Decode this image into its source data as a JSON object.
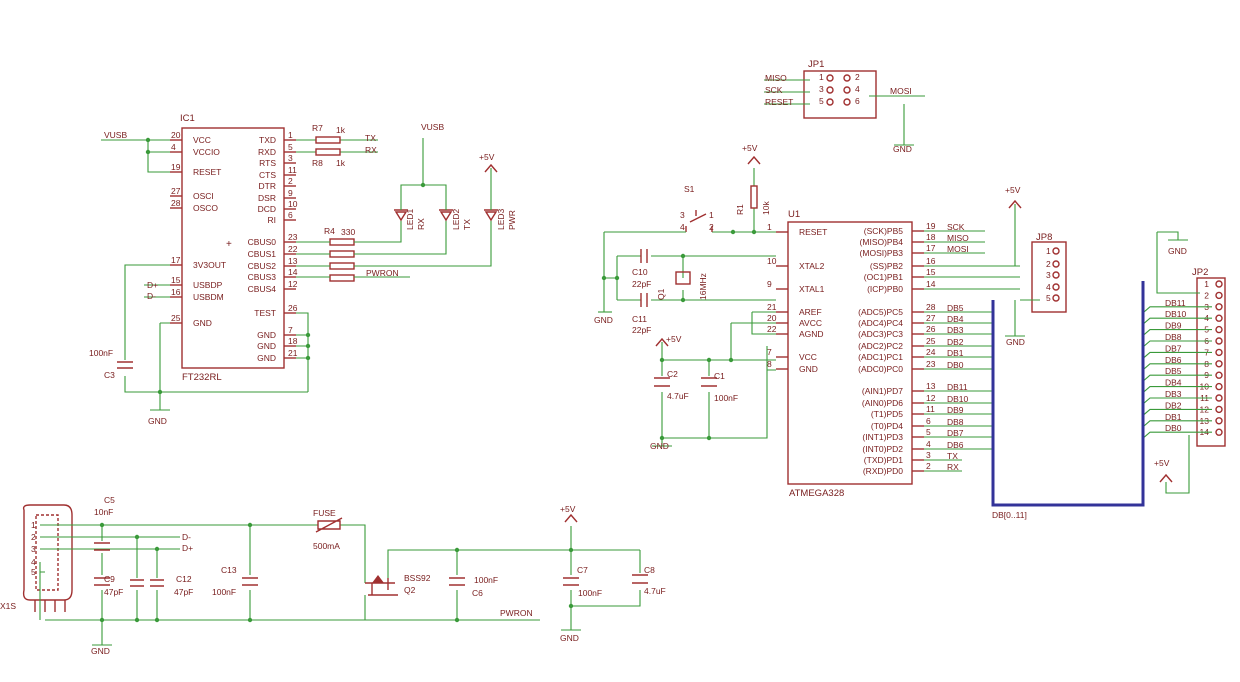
{
  "ic1": {
    "name": "IC1",
    "value": "FT232RL",
    "left_pins": [
      [
        "20",
        "VCC"
      ],
      [
        "4",
        "VCCIO"
      ],
      [
        "19",
        "RESET"
      ],
      [
        "27",
        "OSCI"
      ],
      [
        "28",
        "OSCO"
      ],
      [
        "17",
        "3V3OUT"
      ],
      [
        "15",
        "USBDP"
      ],
      [
        "16",
        "USBDM"
      ],
      [
        "25",
        "GND"
      ]
    ],
    "right_pins": [
      [
        "1",
        "TXD"
      ],
      [
        "5",
        "RXD"
      ],
      [
        "3",
        "RTS"
      ],
      [
        "11",
        "CTS"
      ],
      [
        "2",
        "DTR"
      ],
      [
        "9",
        "DSR"
      ],
      [
        "10",
        "DCD"
      ],
      [
        "6",
        "RI"
      ],
      [
        "23",
        "CBUS0"
      ],
      [
        "22",
        "CBUS1"
      ],
      [
        "13",
        "CBUS2"
      ],
      [
        "14",
        "CBUS3"
      ],
      [
        "12",
        "CBUS4"
      ],
      [
        "26",
        "TEST"
      ],
      [
        "7",
        "GND"
      ],
      [
        "18",
        "GND"
      ],
      [
        "21",
        "GND"
      ]
    ]
  },
  "u1": {
    "name": "U1",
    "value": "ATMEGA328",
    "left_pins": [
      [
        "1",
        "RESET"
      ],
      [
        "10",
        "XTAL2"
      ],
      [
        "9",
        "XTAL1"
      ],
      [
        "21",
        "AREF"
      ],
      [
        "20",
        "AVCC"
      ],
      [
        "22",
        "AGND"
      ],
      [
        "7",
        "VCC"
      ],
      [
        "8",
        "GND"
      ]
    ],
    "right_pins": [
      [
        "19",
        "(SCK)PB5"
      ],
      [
        "18",
        "(MISO)PB4"
      ],
      [
        "17",
        "(MOSI)PB3"
      ],
      [
        "16",
        "(SS)PB2"
      ],
      [
        "15",
        "(OC1)PB1"
      ],
      [
        "14",
        "(ICP)PB0"
      ],
      [
        "28",
        "(ADC5)PC5"
      ],
      [
        "27",
        "(ADC4)PC4"
      ],
      [
        "26",
        "(ADC3)PC3"
      ],
      [
        "25",
        "(ADC2)PC2"
      ],
      [
        "24",
        "(ADC1)PC1"
      ],
      [
        "23",
        "(ADC0)PC0"
      ],
      [
        "13",
        "(AIN1)PD7"
      ],
      [
        "12",
        "(AIN0)PD6"
      ],
      [
        "11",
        "(T1)PD5"
      ],
      [
        "6",
        "(T0)PD4"
      ],
      [
        "5",
        "(INT1)PD3"
      ],
      [
        "4",
        "(INT0)PD2"
      ],
      [
        "3",
        "(TXD)PD1"
      ],
      [
        "2",
        "(RXD)PD0"
      ]
    ],
    "nets": [
      "SCK",
      "MISO",
      "MOSI",
      "",
      "",
      "",
      "DB5",
      "DB4",
      "DB3",
      "DB2",
      "DB1",
      "DB0",
      "DB11",
      "DB10",
      "DB9",
      "DB8",
      "DB7",
      "DB6",
      "TX",
      "RX"
    ]
  },
  "jp1": {
    "name": "JP1",
    "pins": [
      "1",
      "2",
      "3",
      "4",
      "5",
      "6"
    ],
    "nets_left": [
      "MISO",
      "SCK",
      "RESET"
    ],
    "net_right": "MOSI"
  },
  "jp8": {
    "name": "JP8",
    "pins": [
      "1",
      "2",
      "3",
      "4",
      "5"
    ]
  },
  "jp2": {
    "name": "JP2",
    "pins": [
      "1",
      "2",
      "3",
      "4",
      "5",
      "6",
      "7",
      "8",
      "9",
      "10",
      "11",
      "12",
      "13",
      "14"
    ],
    "nets": [
      "DB11",
      "DB10",
      "DB9",
      "DB8",
      "DB7",
      "DB6",
      "DB5",
      "DB4",
      "DB3",
      "DB2",
      "DB1",
      "DB0"
    ]
  },
  "bus_label": "DB[0..11]",
  "labels": {
    "vusb": "VUSB",
    "vusb2": "VUSB",
    "v5": "+5V",
    "gnd": "GND",
    "tx": "TX",
    "rx": "RX",
    "pwron": "PWRON",
    "pwron2": "PWRON",
    "dplus": "D+",
    "dminus": "D-",
    "dplus2": "D+",
    "dminus2": "D-"
  },
  "parts": {
    "r7": "R7",
    "r7v": "1k",
    "r8": "R8",
    "r8v": "1k",
    "r4": "R4",
    "r4v": "330",
    "r1": "R1",
    "r1v": "10k",
    "led1": "LED1",
    "led1v": "RX",
    "led2": "LED2",
    "led2v": "TX",
    "led3": "LED3",
    "led3v": "PWR",
    "s1": "S1",
    "q1": "Q1",
    "q1v": "16MHz",
    "c10": "C10",
    "c10v": "22pF",
    "c11": "C11",
    "c11v": "22pF",
    "c2": "C2",
    "c2v": "4.7uF",
    "c1": "C1",
    "c1v": "100nF",
    "c3": "C3",
    "c3v": "100nF",
    "c5": "C5",
    "c5v": "10nF",
    "c9": "C9",
    "c9v": "47pF",
    "c12": "C12",
    "c12v": "47pF",
    "c13": "C13",
    "c13v": "100nF",
    "fuse": "FUSE",
    "fusev": "500mA",
    "q2v": "BSS92",
    "q2": "Q2",
    "c6": "C6",
    "c6v": "100nF",
    "c7": "C7",
    "c7v": "100nF",
    "c8": "C8",
    "c8v": "4.7uF",
    "x1": "X1S",
    "x1pins": [
      "1",
      "2",
      "3",
      "4",
      "5"
    ]
  }
}
